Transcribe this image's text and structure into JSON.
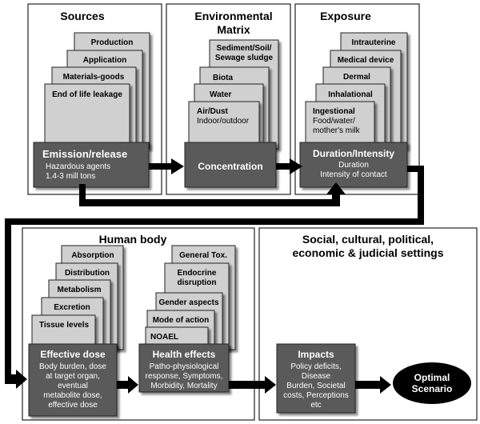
{
  "sources": {
    "title": "Sources",
    "cards": [
      "Production",
      "Application",
      "Materials-goods",
      "End of life leakage"
    ],
    "dark": {
      "title": "Emission/release",
      "lines": [
        "Hazardous agents",
        "1.4-3 mill tons"
      ]
    }
  },
  "matrix": {
    "title_line1": "Environmental",
    "title_line2": "Matrix",
    "cards": [
      [
        "Sediment/Soil/",
        "Sewage sludge"
      ],
      [
        "Biota"
      ],
      [
        "Water"
      ],
      [
        "Air/Dust",
        "Indoor/outdoor"
      ]
    ],
    "dark": {
      "title": "Concentration"
    }
  },
  "exposure": {
    "title": "Exposure",
    "cards": [
      [
        "Intrauterine"
      ],
      [
        "Medical device"
      ],
      [
        "Dermal"
      ],
      [
        "Inhalational"
      ],
      [
        "Ingestional",
        "Food/water/",
        "mother's milk"
      ]
    ],
    "dark": {
      "title": "Duration/Intensity",
      "lines": [
        "Duration",
        "Intensity of contact"
      ]
    }
  },
  "human_body": {
    "title": "Human body",
    "left_cards": [
      "Absorption",
      "Distribution",
      "Metabolism",
      "Excretion",
      "Tissue levels"
    ],
    "left_dark": {
      "title": "Effective dose",
      "lines": [
        "Body burden, dose",
        "at target organ,",
        "eventual",
        "metabolite dose,",
        "effective dose"
      ]
    },
    "right_cards": [
      [
        "General Tox."
      ],
      [
        "Endocrine",
        "disruption"
      ],
      [
        "Gender aspects"
      ],
      [
        "Mode of action"
      ],
      [
        "NOAEL"
      ]
    ],
    "right_dark": {
      "title": "Health effects",
      "lines": [
        "Patho-physiological",
        "response, Symptoms,",
        "Morbidity, Mortality"
      ]
    }
  },
  "social": {
    "title_line1": "Social, cultural, political,",
    "title_line2": "economic & judicial settings",
    "dark": {
      "title": "Impacts",
      "lines": [
        "Policy deficits,",
        "Disease",
        "Burden, Societal",
        "costs, Perceptions",
        "etc"
      ]
    },
    "oval": [
      "Optimal",
      "Scenario"
    ]
  },
  "colors": {
    "card": "#d0d0d0",
    "dark": "#5a5a5a",
    "border": "#222222",
    "arrow": "#000000"
  }
}
